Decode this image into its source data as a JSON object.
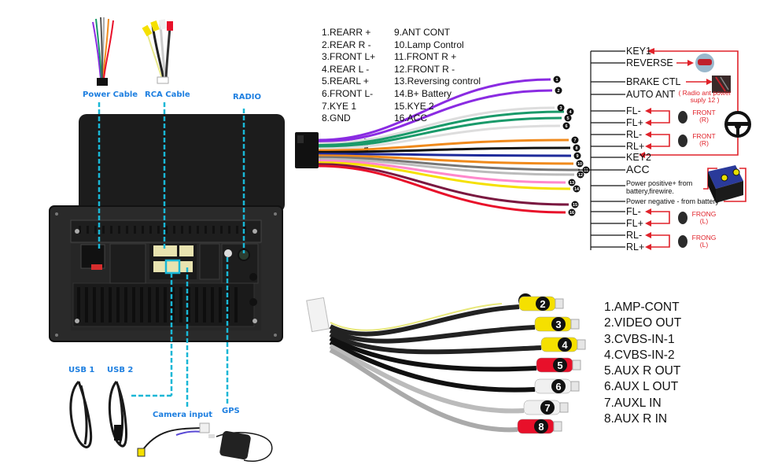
{
  "left_panel": {
    "labels": {
      "power_cable": "Power Cable",
      "rca_cable": "RCA Cable",
      "radio": "RADIO",
      "usb1": "USB 1",
      "usb2": "USB 2",
      "camera_input": "Camera input",
      "gps": "GPS"
    }
  },
  "power_harness": {
    "pins_col1": [
      "1.REARR +",
      "2.REAR R -",
      "3.FRONT L+",
      "4.REAR L -",
      "5.REARL +",
      "6.FRONT L-",
      "7.KYE 1",
      "8.GND"
    ],
    "pins_col2": [
      "9.ANT CONT",
      "10.Lamp Control",
      "11.FRONT R +",
      "12.FRONT R -",
      "13.Reversing control",
      "14.B+ Battery",
      "15.KYE 2",
      "16.ACC"
    ],
    "wire_numbers": [
      "1",
      "2",
      "3",
      "4",
      "5",
      "6",
      "7",
      "8",
      "9",
      "10",
      "11",
      "12",
      "13",
      "14",
      "15",
      "16"
    ],
    "wire_colors": [
      "#8a2be2",
      "#8a2be2",
      "#ffffff",
      "#1a9a6a",
      "#1a9a6a",
      "#ffffff",
      "#f08a1c",
      "#111111",
      "#1e2a9a",
      "#f08a1c",
      "#777777",
      "#bbbbbb",
      "#ff88cc",
      "#f5e000",
      "#7a1840",
      "#e8102a"
    ]
  },
  "wiring_legend": {
    "items": [
      {
        "label": "KEY1"
      },
      {
        "label": "REVERSE"
      },
      {
        "label": "BRAKE CTL"
      },
      {
        "label": "AUTO ANT"
      },
      {
        "label": "FL-"
      },
      {
        "label": "FL+"
      },
      {
        "label": "RL-"
      },
      {
        "label": "RL+"
      },
      {
        "label": "KEY2"
      },
      {
        "label": "ACC"
      },
      {
        "label": "Power positive+ from battery,firewire."
      },
      {
        "label": "Power negative - from battery"
      },
      {
        "label": "FL-"
      },
      {
        "label": "FL+"
      },
      {
        "label": "RL-"
      },
      {
        "label": "RL+"
      }
    ],
    "notes": {
      "radio_ant": "( Radio ant power suply 12 )",
      "front_r_1": "FRONT (R)",
      "front_r_2": "FRONT (R)",
      "frong_l_1": "FRONG (L)",
      "frong_l_2": "FRONG (L)"
    },
    "accent_color": "#e0222a"
  },
  "rca_harness": {
    "plug_numbers": [
      "1",
      "2",
      "3",
      "4",
      "5",
      "6",
      "7",
      "8"
    ],
    "plug_colors": [
      "#f5e000",
      "#f5e000",
      "#f5e000",
      "#f5e000",
      "#e8102a",
      "#f0f0f0",
      "#f0f0f0",
      "#e8102a"
    ],
    "items": [
      "1.AMP-CONT",
      "2.VIDEO OUT",
      "3.CVBS-IN-1",
      "4.CVBS-IN-2",
      "5.AUX R OUT",
      "6.AUX L OUT",
      "7.AUXL IN",
      "8.AUX R IN"
    ]
  },
  "colors": {
    "callout_line": "#19b7d6",
    "label_blue": "#1e7fe0"
  }
}
